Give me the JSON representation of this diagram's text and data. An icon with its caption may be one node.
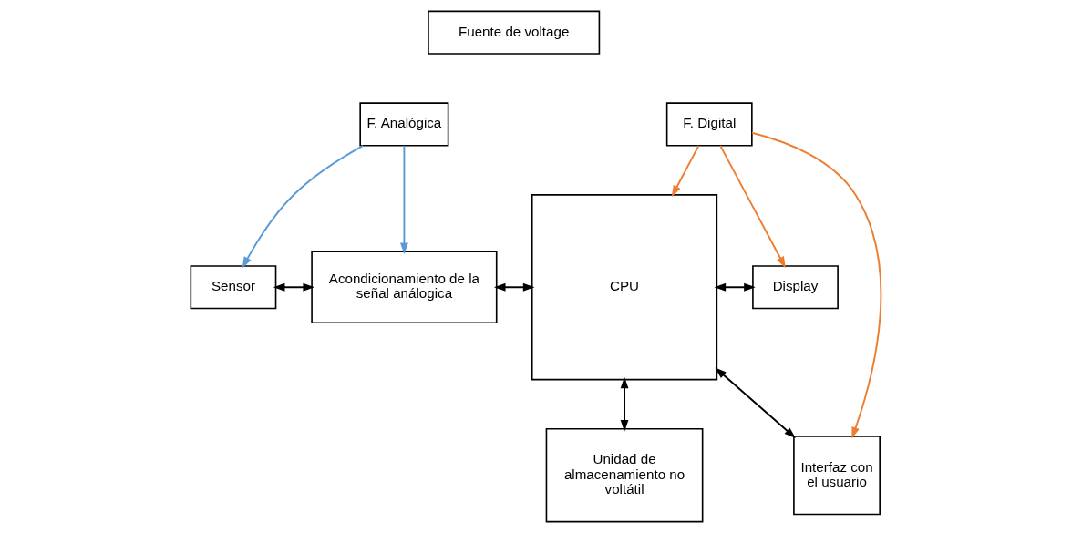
{
  "diagram": {
    "nodes": [
      {
        "text": [
          "Fuente de voltage"
        ]
      },
      {
        "text": [
          "F. Analógica"
        ]
      },
      {
        "text": [
          "F. Digital"
        ]
      },
      {
        "text": [
          "Sensor"
        ]
      },
      {
        "text": [
          "Acondicionamiento de la señal análogica"
        ]
      },
      {
        "text": [
          "CPU"
        ]
      },
      {
        "text": [
          "Display"
        ]
      },
      {
        "text": [
          "Unidad de almacenamiento no voltátil"
        ]
      },
      {
        "text": [
          "Interfaz con el usuario"
        ]
      }
    ],
    "edges": [
      {
        "from": 1,
        "to": 3,
        "arrow": "to",
        "color": "#5b9bd5"
      },
      {
        "from": 1,
        "to": 4,
        "arrow": "to",
        "color": "#5b9bd5"
      },
      {
        "from": 2,
        "to": 5,
        "arrow": "to",
        "color": "#ed7d31"
      },
      {
        "from": 2,
        "to": 6,
        "arrow": "to",
        "color": "#ed7d31"
      },
      {
        "from": 2,
        "to": 8,
        "arrow": "to",
        "color": "#ed7d31"
      },
      {
        "from": 3,
        "to": 4,
        "arrow": "both"
      },
      {
        "from": 4,
        "to": 5,
        "arrow": "both"
      },
      {
        "from": 7,
        "to": 5,
        "arrow": "both"
      },
      {
        "from": 5,
        "to": 6,
        "arrow": "both"
      },
      {
        "from": 5,
        "to": 8,
        "arrow": "both"
      }
    ]
  }
}
